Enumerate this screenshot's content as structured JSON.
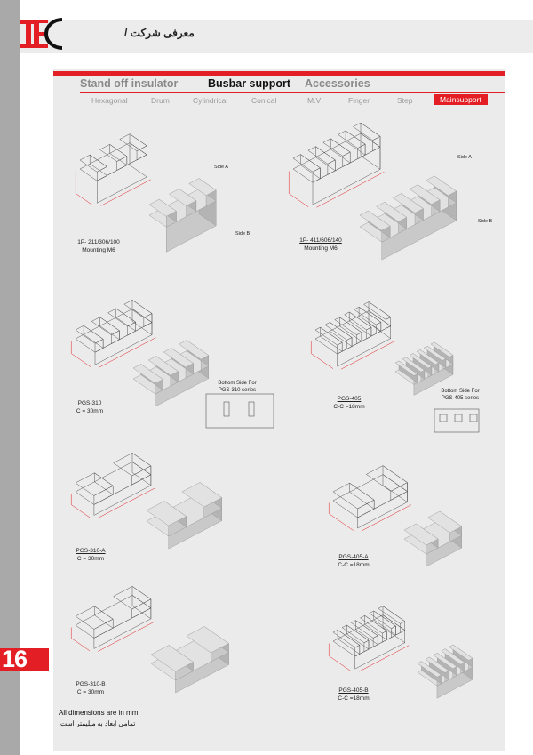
{
  "header": {
    "section_title": "معرفی شرکت /"
  },
  "logo": {
    "text": "TEC",
    "color": "#e31e24"
  },
  "main_tabs": [
    {
      "label": "Stand off insulator",
      "active": false
    },
    {
      "label": "Busbar support",
      "active": true
    },
    {
      "label": "Accessories",
      "active": false
    }
  ],
  "sub_tabs": [
    {
      "label": "Hexagonal"
    },
    {
      "label": "Drum"
    },
    {
      "label": "Cylindrical"
    },
    {
      "label": "Conical"
    },
    {
      "label": "M.V"
    },
    {
      "label": "Finger"
    },
    {
      "label": "Step"
    },
    {
      "label": "Mainsupport",
      "active": true
    }
  ],
  "products": [
    {
      "code": "1P- 211/306/100",
      "spec": "Mounting M6",
      "side_a": "Side A",
      "side_b": "Side B"
    },
    {
      "code": "1P- 411/606/140",
      "spec": "Mounting M6",
      "side_a": "Side A",
      "side_b": "Side B"
    },
    {
      "code": "PGS-310",
      "spec": "C = 30mm",
      "bottom_note": [
        "Bottom Side For",
        "PGS-310 series"
      ]
    },
    {
      "code": "PGS-405",
      "spec": "C-C =18mm",
      "bottom_note": [
        "Bottom Side For",
        "PGS-405 series"
      ]
    },
    {
      "code": "PGS-310-A",
      "spec": "C = 30mm"
    },
    {
      "code": "PGS-405-A",
      "spec": "C-C =18mm"
    },
    {
      "code": "PGS-310-B",
      "spec": "C = 30mm"
    },
    {
      "code": "PGS-405-B",
      "spec": "C-C =18mm"
    }
  ],
  "footer": {
    "dims_en": "All dimensions are in mm",
    "dims_fa": "تمامی ابعاد به میلیمتر است",
    "page_number": "16"
  },
  "colors": {
    "accent": "#e31e24",
    "panel": "#ebebeb",
    "strip": "#a9a9a9"
  }
}
